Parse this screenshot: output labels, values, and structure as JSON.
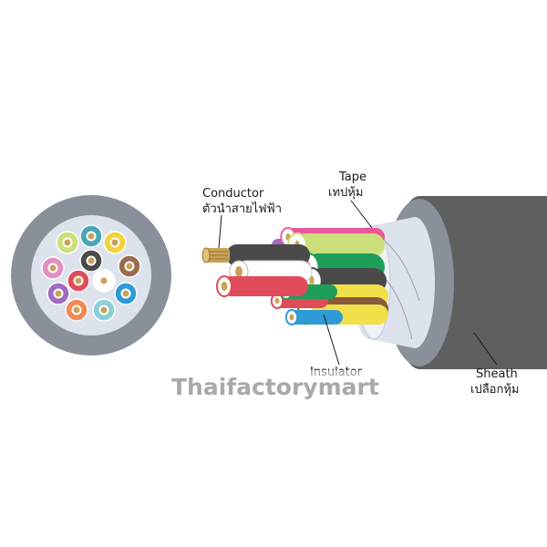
{
  "labels": {
    "conductor_en": "Conductor",
    "conductor_th": "ตัวนำสายไฟฟ้า",
    "tape_en": "Tape",
    "tape_th": "เทปหุ้ม",
    "insulator_en": "Insulator",
    "sheath_en": "Sheath",
    "sheath_th": "เปลือกหุ้ม"
  },
  "watermark": "Thaifactorymart",
  "colors": {
    "sheath": "#5f5f5f",
    "sheath_ring": "#8a9099",
    "tape": "#dde3ec",
    "copper": "#c9a25a"
  },
  "cross_section_cores": [
    "#cbe07a",
    "#4aa7b8",
    "#f2d33a",
    "#e38fc0",
    "#4a4a4a",
    "#9a6b4d",
    "#e04b5a",
    "#ffffff",
    "#2e9ad6",
    "#a06ac0",
    "#f08a55",
    "#8ccfd6"
  ],
  "cable_cores": [
    "#e9589a",
    "#cbe07a",
    "#1f9e5a",
    "#4a4a4a",
    "#ffffff",
    "#f2e04a",
    "#e04b5a",
    "#8a5a3c",
    "#2e9ad6"
  ]
}
